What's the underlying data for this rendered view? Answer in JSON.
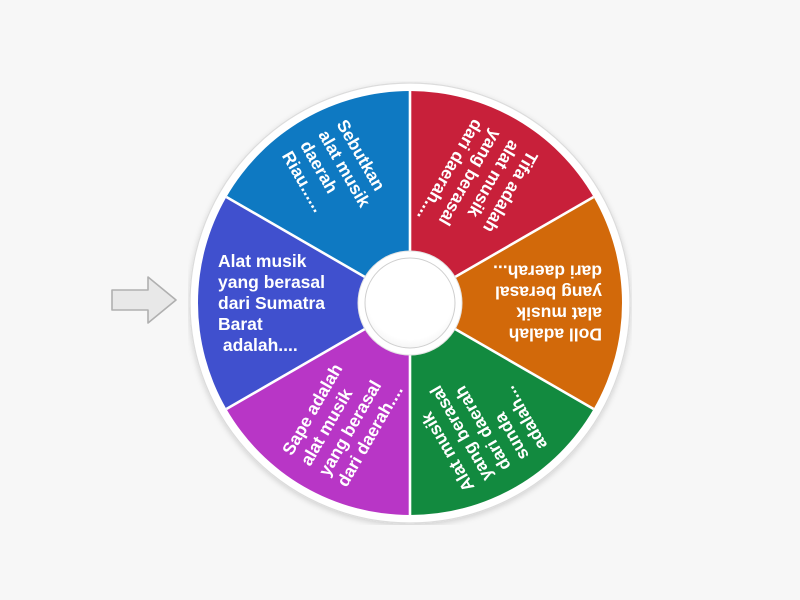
{
  "app": {
    "type": "spinner-wheel",
    "background_color": "#f7f7f7"
  },
  "pointer": {
    "name": "spin-pointer-arrow",
    "direction": "right",
    "fill_color": "#e8e8e8",
    "stroke_color": "#b0b0b0"
  },
  "wheel": {
    "hub_color": "#ffffff",
    "rim_color": "#ffffff",
    "segment_count": 6,
    "segments": [
      {
        "id": "segment-1",
        "color": "#c8203a",
        "start_angle": 0,
        "end_angle": 60,
        "label": "Tifa adalah alat musik yang berasal dari daerah....",
        "lines": [
          "Tifa adalah",
          "alat musik",
          "yang berasal",
          "dari daerah...."
        ]
      },
      {
        "id": "segment-2",
        "color": "#d2690a",
        "start_angle": 60,
        "end_angle": 120,
        "label": "Doll adalah alat musik yang berasal dari daerah...",
        "lines": [
          "Doll adalah",
          "alat musik",
          "yang berasal",
          "dari daerah..."
        ]
      },
      {
        "id": "segment-3",
        "color": "#128a3f",
        "start_angle": 120,
        "end_angle": 180,
        "label": "Alat musik yang berasal dari daerah sunda adalah...",
        "lines": [
          "Alat musik",
          "yang berasal",
          "dari daerah",
          "sunda",
          "adalah..."
        ]
      },
      {
        "id": "segment-4",
        "color": "#b836c6",
        "start_angle": 180,
        "end_angle": 240,
        "label": "Sape adalah alat musik yang berasal dari daerah....",
        "lines": [
          "Sape adalah",
          "alat musik",
          "yang berasal",
          "dari daerah...."
        ]
      },
      {
        "id": "segment-5",
        "color": "#4050ce",
        "start_angle": 240,
        "end_angle": 300,
        "label": "Alat musik yang berasal dari Sumatra Barat adalah....",
        "lines": [
          "Alat musik",
          "yang berasal",
          "dari Sumatra",
          "Barat",
          " adalah...."
        ]
      },
      {
        "id": "segment-6",
        "color": "#0e79c2",
        "start_angle": 300,
        "end_angle": 360,
        "label": "Sebutkan alat musik daerah Riau......",
        "lines": [
          "Sebutkan",
          "alat musik",
          "daerah",
          "Riau......"
        ]
      }
    ]
  }
}
